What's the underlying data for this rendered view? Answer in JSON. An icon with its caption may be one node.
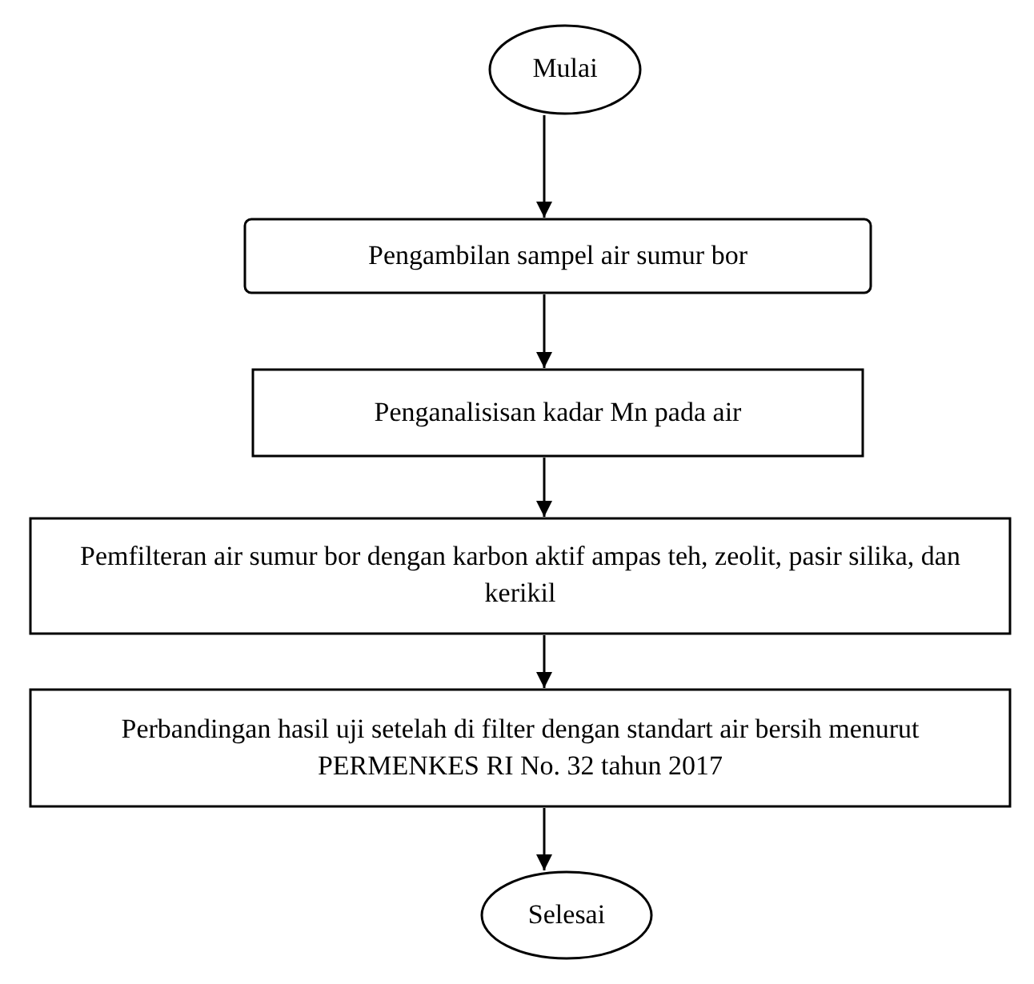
{
  "diagram": {
    "nodes": [
      {
        "text": [
          "Mulai"
        ]
      },
      {
        "text": [
          "Pengambilan sampel air sumur bor"
        ]
      },
      {
        "text": [
          "Penganalisisan kadar Mn pada air"
        ]
      },
      {
        "text": [
          "Pemfilteran air sumur bor dengan karbon aktif ampas teh, zeolit, pasir silika, dan kerikil"
        ]
      },
      {
        "text": [
          "Perbandingan hasil uji setelah di filter dengan standart air bersih menurut PERMENKES RI No. 32 tahun 2017"
        ]
      },
      {
        "text": [
          "Selesai"
        ]
      }
    ],
    "edges": [
      {
        "from": 0,
        "to": 1,
        "arrow": "to"
      },
      {
        "from": 1,
        "to": 2,
        "arrow": "to"
      },
      {
        "from": 2,
        "to": 3,
        "arrow": "to"
      },
      {
        "from": 3,
        "to": 4,
        "arrow": "to"
      },
      {
        "from": 4,
        "to": 5,
        "arrow": "to"
      }
    ]
  }
}
